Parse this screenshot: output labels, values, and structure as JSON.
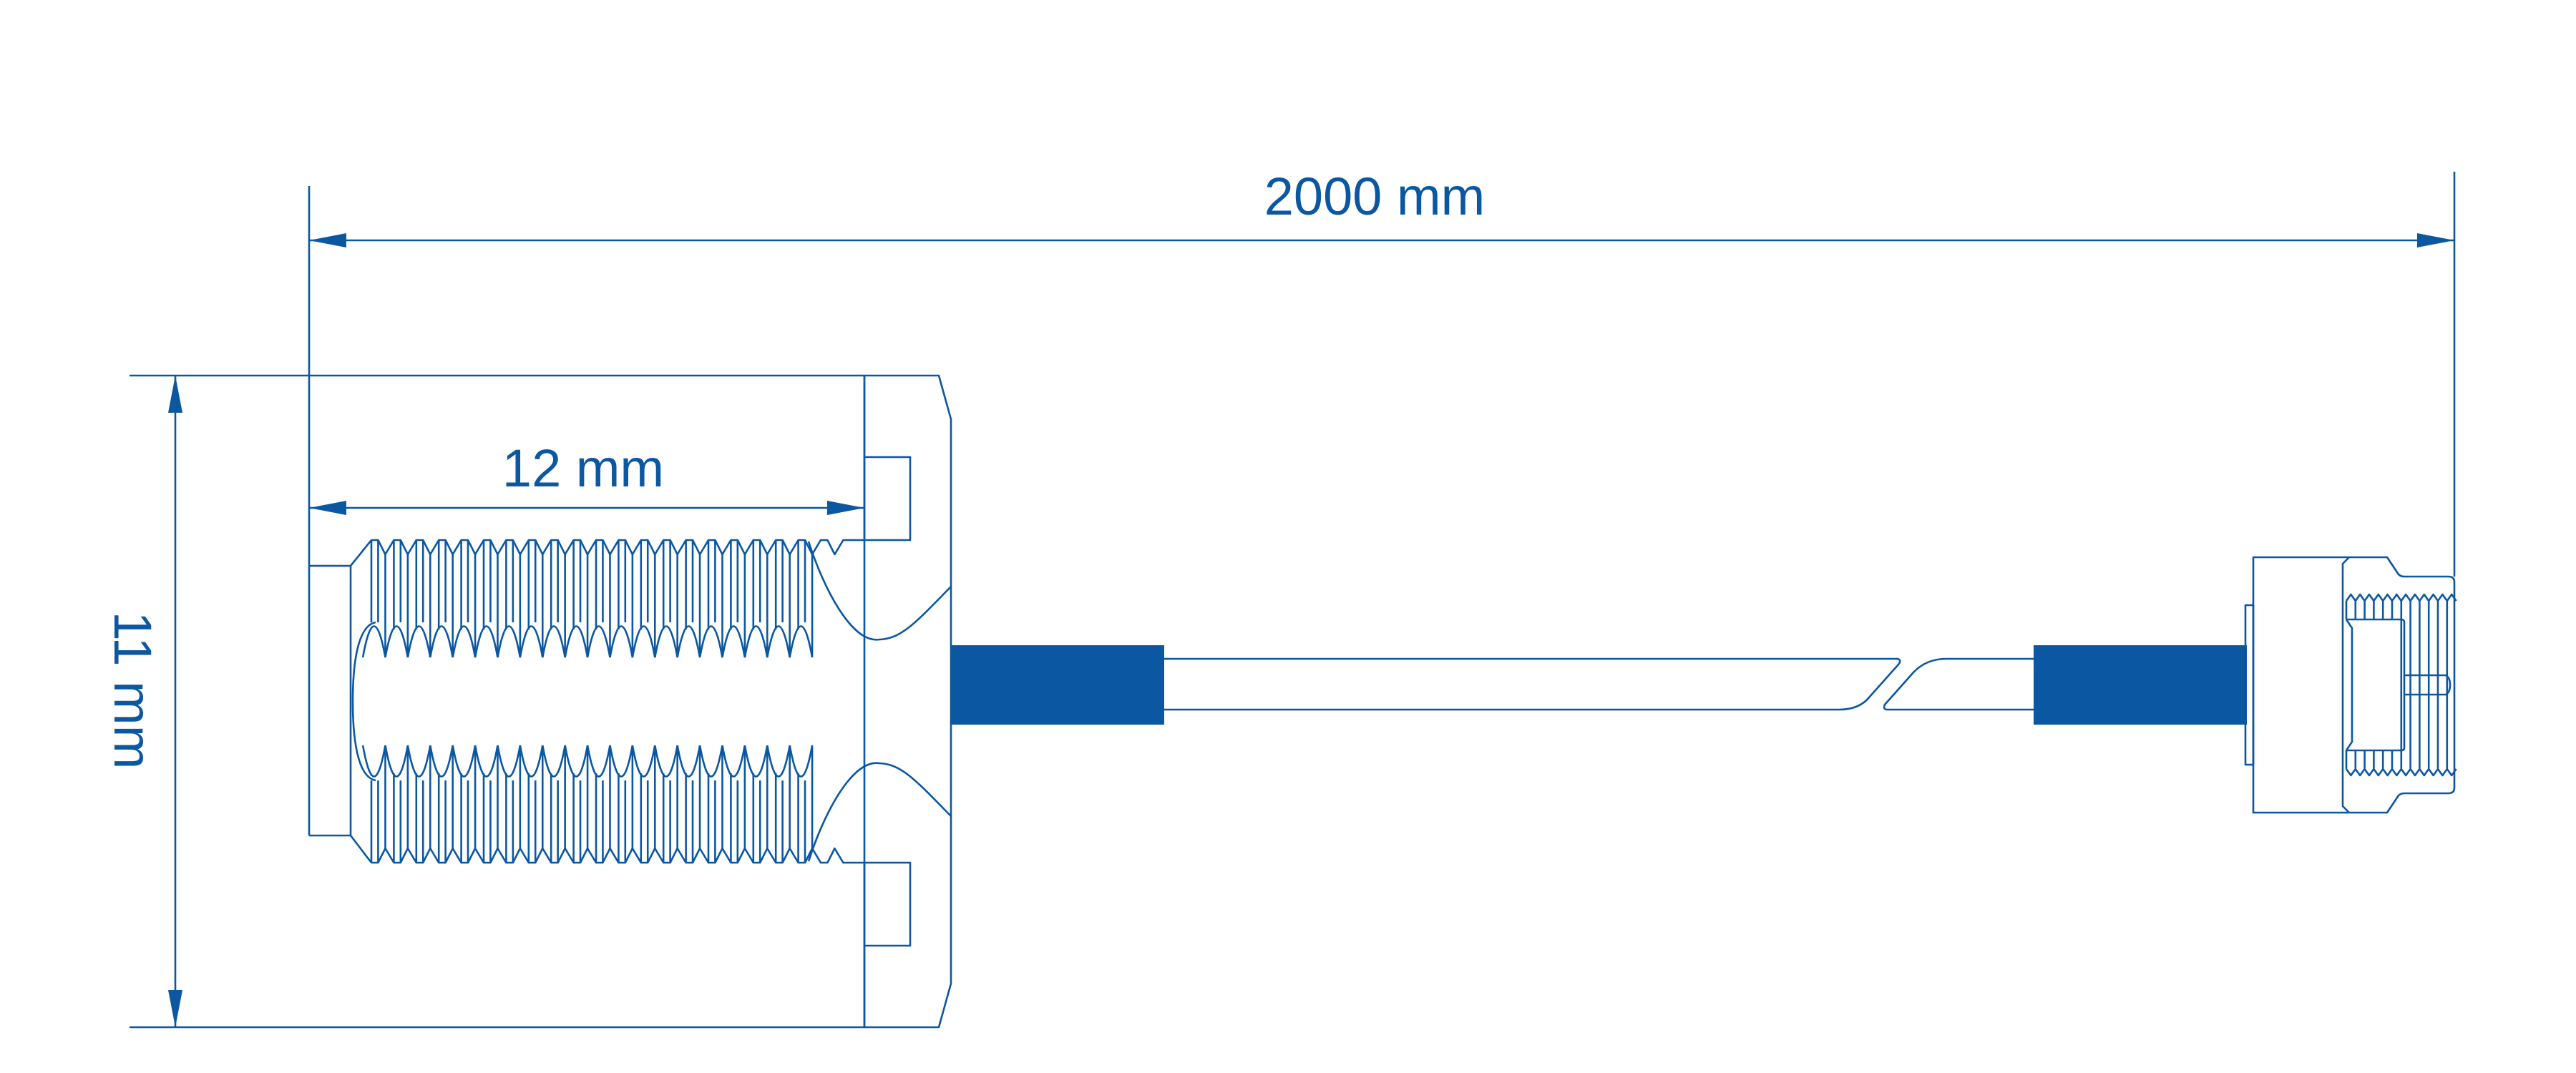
{
  "colors": {
    "line": "#0b57a2",
    "background": "#ffffff"
  },
  "dimensions": {
    "overall_length": {
      "label": "2000 mm",
      "value": 2000,
      "unit": "mm"
    },
    "connector_length": {
      "label": "12 mm",
      "value": 12,
      "unit": "mm"
    },
    "connector_height": {
      "label": "11 mm",
      "value": 11,
      "unit": "mm"
    }
  },
  "parts": [
    "left-threaded-connector",
    "cable",
    "right-socket-connector"
  ]
}
